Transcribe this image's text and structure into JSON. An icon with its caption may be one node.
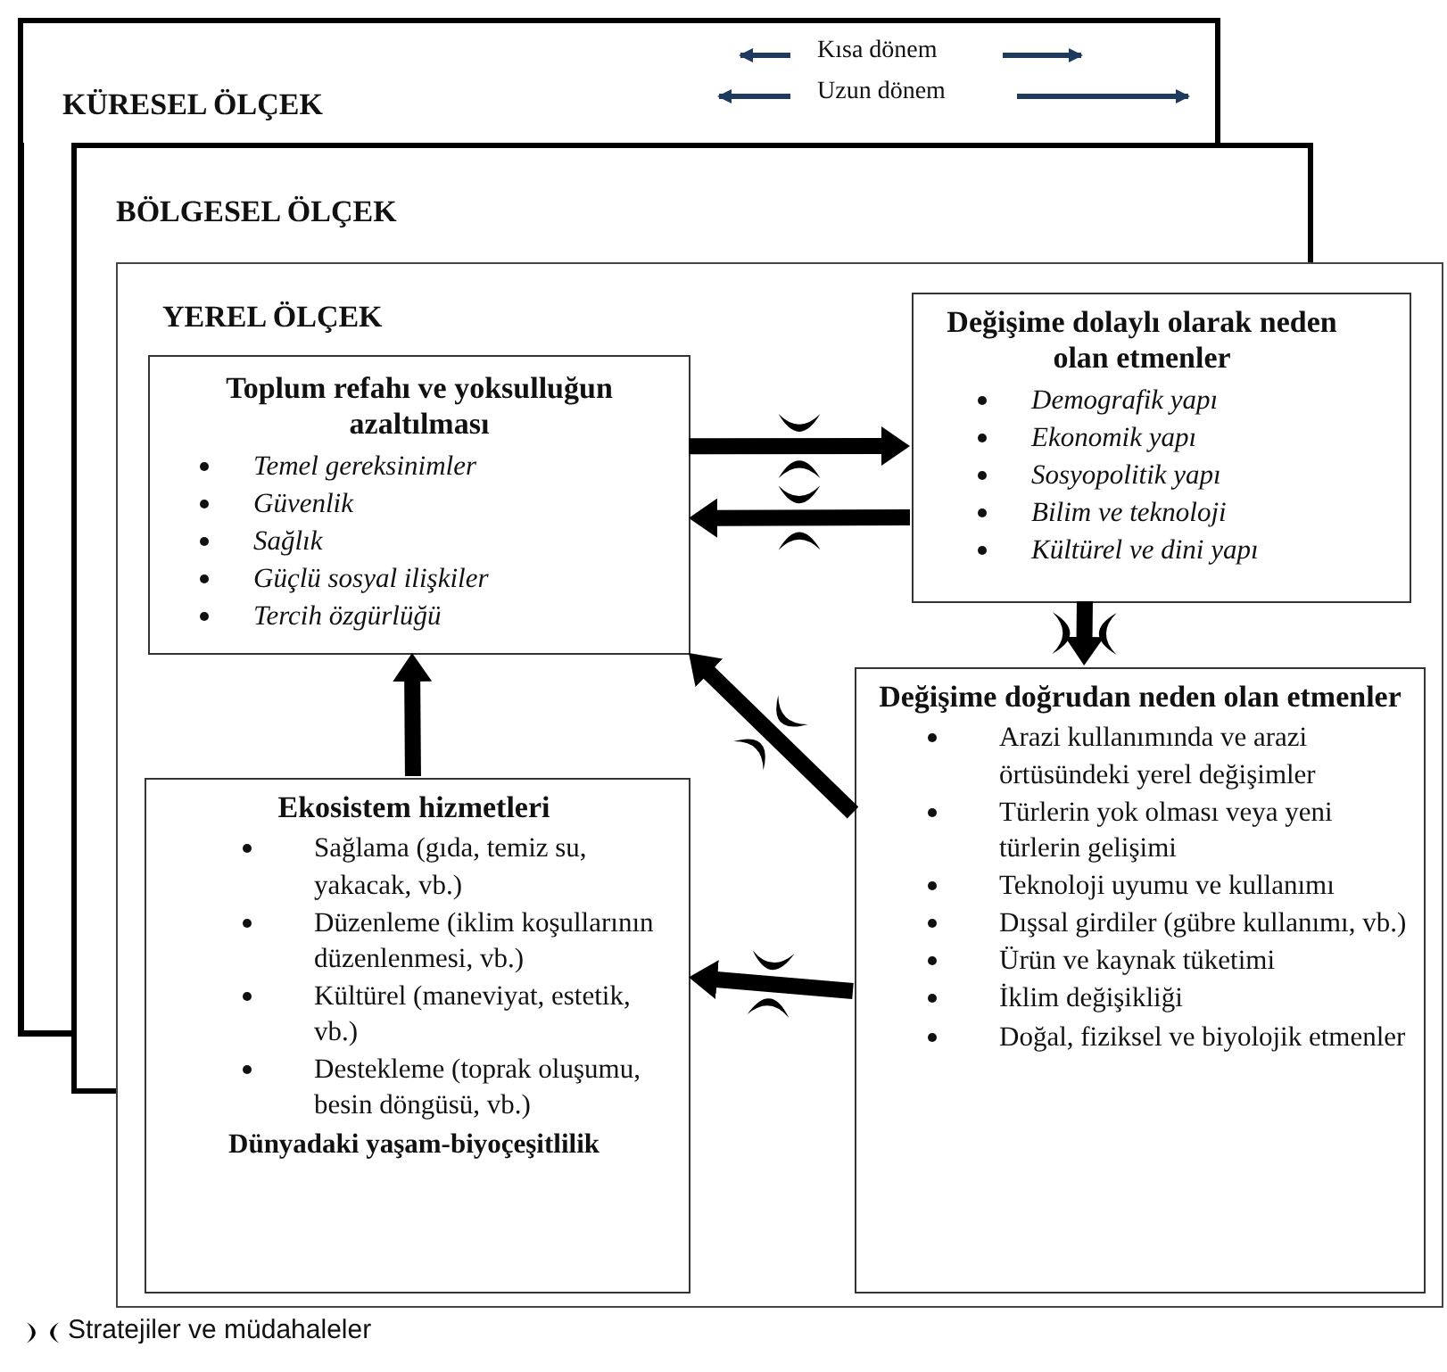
{
  "diagram": {
    "nodes": [
      {
        "text": [
          "KÜRESEL ÖLÇEK"
        ]
      },
      {
        "text": [
          "BÖLGESEL ÖLÇEK"
        ]
      },
      {
        "text": [
          "YEREL ÖLÇEK"
        ]
      },
      {
        "text": [
          "Toplum refahı ve yoksulluğun azaltılması",
          "Temel gereksinimler",
          "Güvenlik",
          "Sağlık",
          "Güçlü sosyal ilişkiler",
          "Tercih özgürlüğü"
        ],
        "in": 2
      },
      {
        "text": [
          "Değişime dolaylı olarak neden olan etmenler",
          "Demografik yapı",
          "Ekonomik yapı",
          "Sosyopolitik yapı",
          "Bilim ve teknoloji",
          "Kültürel ve dini yapı"
        ],
        "in": 2
      },
      {
        "text": [
          "Değişime doğrudan neden olan etmenler",
          "Arazi kullanımında ve arazi örtüsündeki yerel değişimler",
          "Türlerin yok olması veya yeni türlerin gelişimi",
          "Teknoloji uyumu ve kullanımı",
          "Dışsal girdiler (gübre kullanımı, vb.)",
          "Ürün ve kaynak tüketimi",
          "İklim değişikliği",
          "Doğal, fiziksel ve biyolojik etmenler"
        ],
        "in": 2
      },
      {
        "text": [
          "Ekosistem hizmetleri",
          "Sağlama (gıda, temiz su, yakacak, vb.)",
          "Düzenleme (iklim koşullarının düzenlenmesi, vb.)",
          "Kültürel (maneviyat, estetik, vb.)",
          "Destekleme (toprak oluşumu, besin döngüsü, vb.)",
          "Dünyadaki yaşam-biyoçeşitlilik"
        ],
        "in": 2
      }
    ],
    "edges": [
      {
        "from": 3,
        "to": 4,
        "arrow": "to"
      },
      {
        "from": 4,
        "to": 3,
        "arrow": "to"
      },
      {
        "from": 4,
        "to": 5,
        "arrow": "to"
      },
      {
        "from": 5,
        "to": 3,
        "arrow": "to"
      },
      {
        "from": 5,
        "to": 6,
        "arrow": "to"
      },
      {
        "from": 6,
        "to": 3,
        "arrow": "to"
      }
    ],
    "legend": [
      {
        "text": "Kısa dönem"
      },
      {
        "text": "Uzun dönem"
      },
      {
        "text": "Stratejiler ve müdahaleler"
      }
    ]
  }
}
